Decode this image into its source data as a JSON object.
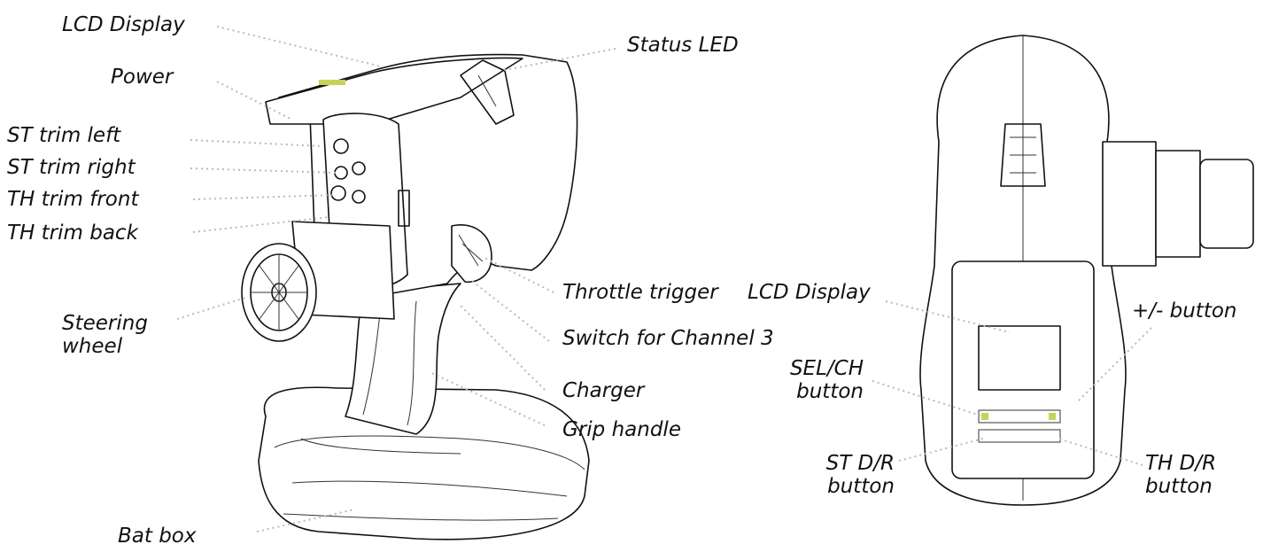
{
  "left_view": {
    "labels": {
      "lcd_display": "LCD Display",
      "power": "Power",
      "status_led": "Status LED",
      "st_trim_left": "ST trim left",
      "st_trim_right": "ST trim right",
      "th_trim_front": "TH trim front",
      "th_trim_back": "TH trim back",
      "steering_wheel": "Steering\nwheel",
      "throttle_trigger": "Throttle trigger",
      "switch_channel3": "Switch for Channel 3",
      "charger": "Charger",
      "grip_handle": "Grip handle",
      "bat_box": "Bat box"
    }
  },
  "right_view": {
    "labels": {
      "lcd_display": "LCD Display",
      "plus_minus_button": "+/- button",
      "sel_ch_button": "SEL/CH\nbutton",
      "st_dr_button": "ST D/R\nbutton",
      "th_dr_button": "TH D/R\nbutton"
    }
  },
  "colors": {
    "line": "#111111",
    "leader": "#b9b9b9",
    "lcd_accent": "#c8d25a"
  }
}
